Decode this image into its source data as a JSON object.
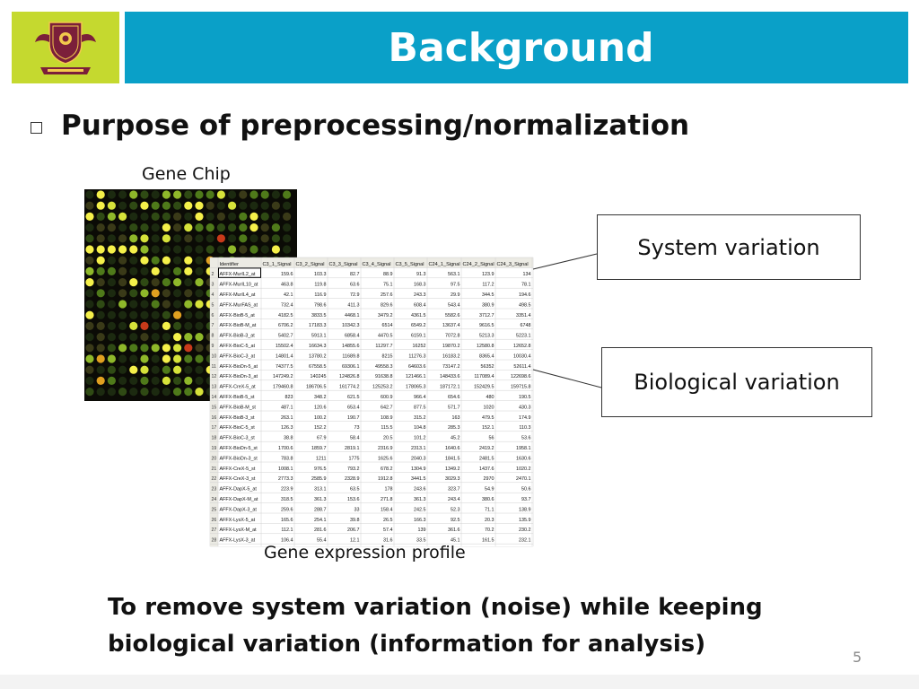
{
  "slide": {
    "title": "Background",
    "bullet": "Purpose of preprocessing/normalization",
    "chip_label": "Gene Chip",
    "profile_label": "Gene expression profile",
    "callout_system": "System variation",
    "callout_biological": "Biological variation",
    "conclusion": "To remove system variation (noise) while keeping biological variation (information for analysis)",
    "page_number": "5"
  },
  "colors": {
    "header": "#0aa0c8",
    "logo_bg": "#c5d92f",
    "logo_emblem": "#7b1f3a"
  },
  "spreadsheet": {
    "headers": [
      "Identifier",
      "C3_1_Signal",
      "C3_2_Signal",
      "C3_3_Signal",
      "C3_4_Signal",
      "C3_5_Signal",
      "C24_1_Signal",
      "C24_2_Signal",
      "C24_3_Signal"
    ],
    "rows": [
      [
        "AFFX-MurIL2_at",
        "159.6",
        "103.3",
        "82.7",
        "88.9",
        "91.3",
        "563.1",
        "123.9",
        "134"
      ],
      [
        "AFFX-MurIL10_at",
        "463.8",
        "119.8",
        "63.6",
        "75.1",
        "168.3",
        "97.5",
        "117.2",
        "78.1"
      ],
      [
        "AFFX-MurIL4_at",
        "42.1",
        "116.9",
        "72.9",
        "257.6",
        "243.3",
        "29.9",
        "344.5",
        "194.6"
      ],
      [
        "AFFX-MurFAS_at",
        "732.4",
        "798.6",
        "411.3",
        "829.6",
        "608.4",
        "543.4",
        "380.9",
        "498.5"
      ],
      [
        "AFFX-BioB-5_at",
        "4182.5",
        "3833.5",
        "4468.1",
        "3479.2",
        "4361.5",
        "5582.6",
        "3712.7",
        "3351.4"
      ],
      [
        "AFFX-BioB-M_at",
        "6706.2",
        "17183.3",
        "10342.3",
        "6514",
        "6549.2",
        "13637.4",
        "9616.5",
        "6748"
      ],
      [
        "AFFX-BioB-3_at",
        "5402.7",
        "5913.1",
        "6858.4",
        "4470.5",
        "6159.1",
        "7072.8",
        "5213.3",
        "5223.1"
      ],
      [
        "AFFX-BioC-5_at",
        "15502.4",
        "16634.3",
        "14855.6",
        "11297.7",
        "16252",
        "19870.2",
        "12580.8",
        "12652.8"
      ],
      [
        "AFFX-BioC-3_at",
        "14801.4",
        "13780.2",
        "11689.8",
        "8215",
        "11276.3",
        "16183.2",
        "8365.4",
        "10030.4"
      ],
      [
        "AFFX-BioDn-5_at",
        "74377.5",
        "67558.5",
        "69306.1",
        "49558.3",
        "64603.6",
        "73147.2",
        "56352",
        "52611.4"
      ],
      [
        "AFFX-BioDn-3_at",
        "147249.2",
        "140245",
        "124826.8",
        "91638.8",
        "121466.1",
        "148433.6",
        "117089.4",
        "122698.6"
      ],
      [
        "AFFX-CreX-5_at",
        "179460.8",
        "186706.5",
        "161774.2",
        "125253.2",
        "178065.3",
        "187172.1",
        "152429.5",
        "159715.8"
      ],
      [
        "AFFX-BioB-5_st",
        "823",
        "348.2",
        "621.5",
        "600.9",
        "966.4",
        "654.6",
        "480",
        "190.5"
      ],
      [
        "AFFX-BioB-M_st",
        "487.1",
        "120.6",
        "653.4",
        "642.7",
        "877.5",
        "571.7",
        "1020",
        "430.3"
      ],
      [
        "AFFX-BioB-3_st",
        "263.1",
        "100.2",
        "190.7",
        "108.9",
        "315.2",
        "163",
        "479.5",
        "174.9"
      ],
      [
        "AFFX-BioC-5_st",
        "126.3",
        "152.2",
        "73",
        "115.5",
        "104.8",
        "285.3",
        "152.1",
        "110.3"
      ],
      [
        "AFFX-BioC-3_st",
        "38.8",
        "67.9",
        "58.4",
        "20.5",
        "101.2",
        "45.2",
        "56",
        "53.6"
      ],
      [
        "AFFX-BioDn-5_st",
        "1700.6",
        "1859.7",
        "2819.1",
        "2316.9",
        "2313.1",
        "1640.6",
        "2419.2",
        "1958.1"
      ],
      [
        "AFFX-BioDn-3_st",
        "783.8",
        "1211",
        "1775",
        "1625.6",
        "2040.3",
        "1841.5",
        "2481.5",
        "1630.6"
      ],
      [
        "AFFX-CreX-5_st",
        "1008.1",
        "976.5",
        "793.2",
        "678.2",
        "1304.9",
        "1349.2",
        "1437.6",
        "1020.2"
      ],
      [
        "AFFX-CreX-3_st",
        "2773.3",
        "2585.9",
        "2328.9",
        "1912.8",
        "3441.5",
        "3029.3",
        "2970",
        "2470.1"
      ],
      [
        "AFFX-DapX-5_at",
        "223.9",
        "313.1",
        "63.5",
        "178",
        "243.6",
        "323.7",
        "54.9",
        "50.6"
      ],
      [
        "AFFX-DapX-M_at",
        "318.5",
        "361.3",
        "153.6",
        "271.8",
        "361.3",
        "243.4",
        "380.6",
        "93.7"
      ],
      [
        "AFFX-DapX-3_at",
        "259.6",
        "288.7",
        "33",
        "158.4",
        "242.5",
        "52.3",
        "71.1",
        "138.9"
      ],
      [
        "AFFX-LysX-5_at",
        "165.6",
        "254.1",
        "39.8",
        "26.5",
        "166.3",
        "92.5",
        "20.3",
        "135.9"
      ],
      [
        "AFFX-LysX-M_at",
        "112.1",
        "281.6",
        "206.7",
        "57.4",
        "139",
        "361.6",
        "70.2",
        "230.2"
      ],
      [
        "AFFX-LysX-3_at",
        "106.4",
        "55.4",
        "12.1",
        "31.6",
        "33.5",
        "45.1",
        "161.5",
        "232.1"
      ]
    ]
  }
}
